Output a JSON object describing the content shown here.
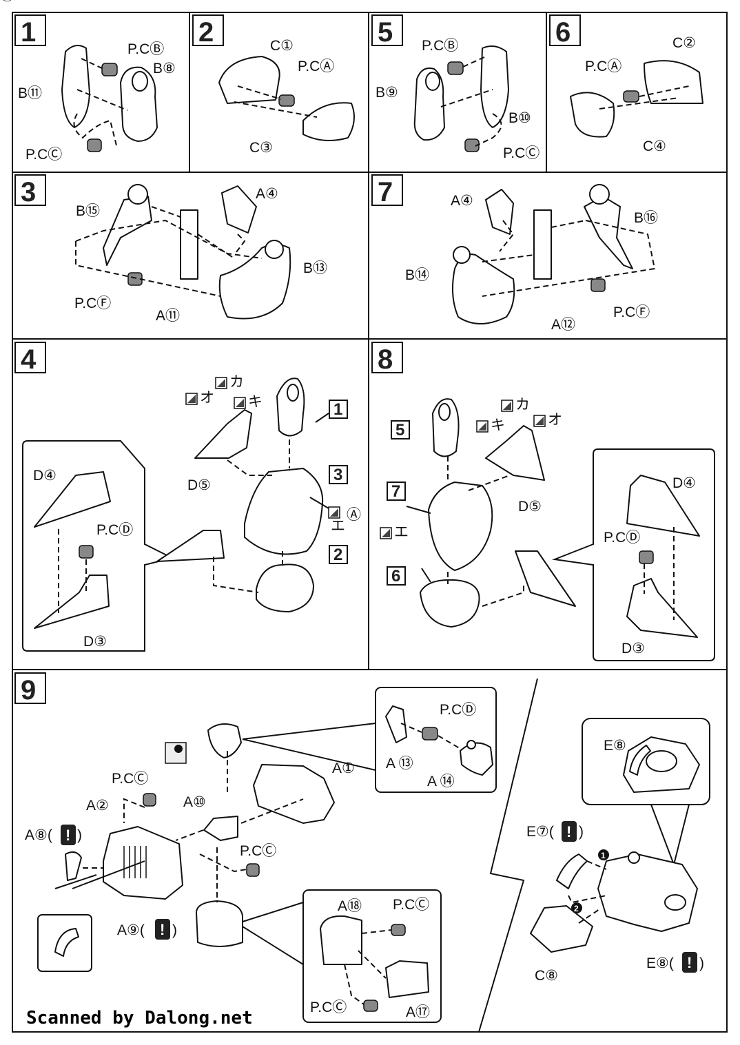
{
  "steps": [
    {
      "number": "1",
      "labels": [
        "P.CⒷ",
        "B⑧",
        "B⑪",
        "P.CⒸ"
      ]
    },
    {
      "number": "2",
      "labels": [
        "C①",
        "P.CⒶ",
        "C③"
      ]
    },
    {
      "number": "5",
      "labels": [
        "P.CⒷ",
        "B⑨",
        "B⑩",
        "P.CⒸ"
      ]
    },
    {
      "number": "6",
      "labels": [
        "C②",
        "P.CⒶ",
        "C④"
      ]
    },
    {
      "number": "3",
      "labels": [
        "A④",
        "B⑮",
        "B⑬",
        "P.CⒻ",
        "A⑪"
      ]
    },
    {
      "number": "7",
      "labels": [
        "A④",
        "B⑯",
        "B⑭",
        "P.CⒻ",
        "A⑫"
      ]
    },
    {
      "number": "4",
      "labels": [
        "D④",
        "P.CⒹ",
        "D③",
        "D⑤",
        "Ⓐ",
        "Ⓓ"
      ],
      "refs": [
        "1",
        "3",
        "2"
      ],
      "stickers": [
        "オ",
        "カ",
        "キ",
        "エ"
      ]
    },
    {
      "number": "8",
      "labels": [
        "D④",
        "P.CⒹ",
        "D③",
        "D⑤"
      ],
      "refs": [
        "5",
        "7",
        "6"
      ],
      "stickers": [
        "カ",
        "キ",
        "オ",
        "エ"
      ]
    },
    {
      "number": "9",
      "labels": [
        "A①",
        "P.CⒸ",
        "A②",
        "A⑩",
        "A⑧(",
        ")",
        "P.CⒸ",
        "A⑨(",
        ")",
        "P.CⒹ",
        "A ⑬",
        "A ⑭",
        "A⑱",
        "P.CⒸ",
        "P.CⒸ",
        "A⑰",
        "E⑧",
        "E⑦(",
        ")",
        "E⑧(",
        ")",
        "C⑧"
      ],
      "warning_icon": "exclamation-icon",
      "order_marks": [
        "1",
        "2"
      ]
    }
  ],
  "footer": "Scanned by Dalong.net"
}
